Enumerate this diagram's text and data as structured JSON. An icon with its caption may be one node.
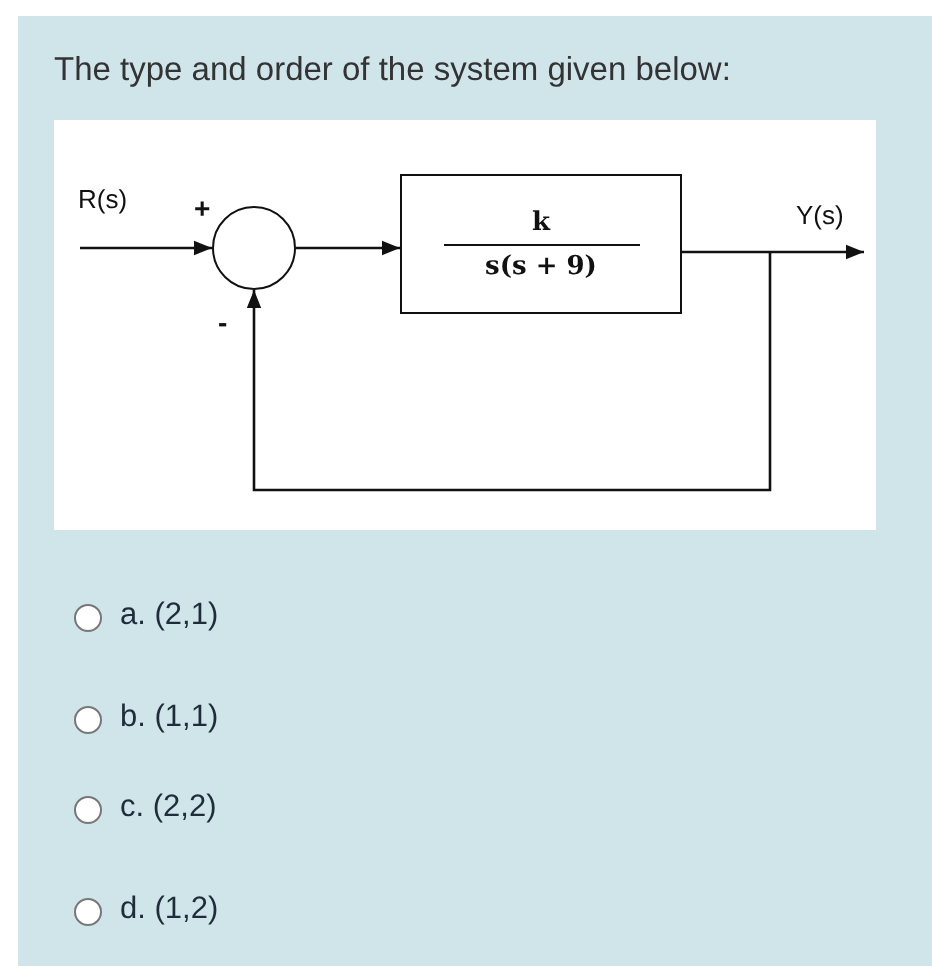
{
  "diagram": {
    "title": "The type and order of the system given below:",
    "nodes": [
      {
        "text": [],
        "shape": "circle"
      },
      {
        "text": [
          "k",
          "s(s + 9)"
        ]
      }
    ],
    "edges": [
      {
        "from": null,
        "to": 0,
        "arrow": "to",
        "label": "R(s)"
      },
      {
        "from": 0,
        "to": 1,
        "arrow": "to"
      },
      {
        "from": 1,
        "to": null,
        "arrow": "to",
        "label": "Y(s)"
      },
      {
        "from": 1,
        "to": 0,
        "arrow": "to"
      }
    ],
    "labels": [
      "+",
      "-",
      "a. (2,1)",
      "b. (1,1)",
      "c. (2,2)",
      "d. (1,2)"
    ]
  }
}
